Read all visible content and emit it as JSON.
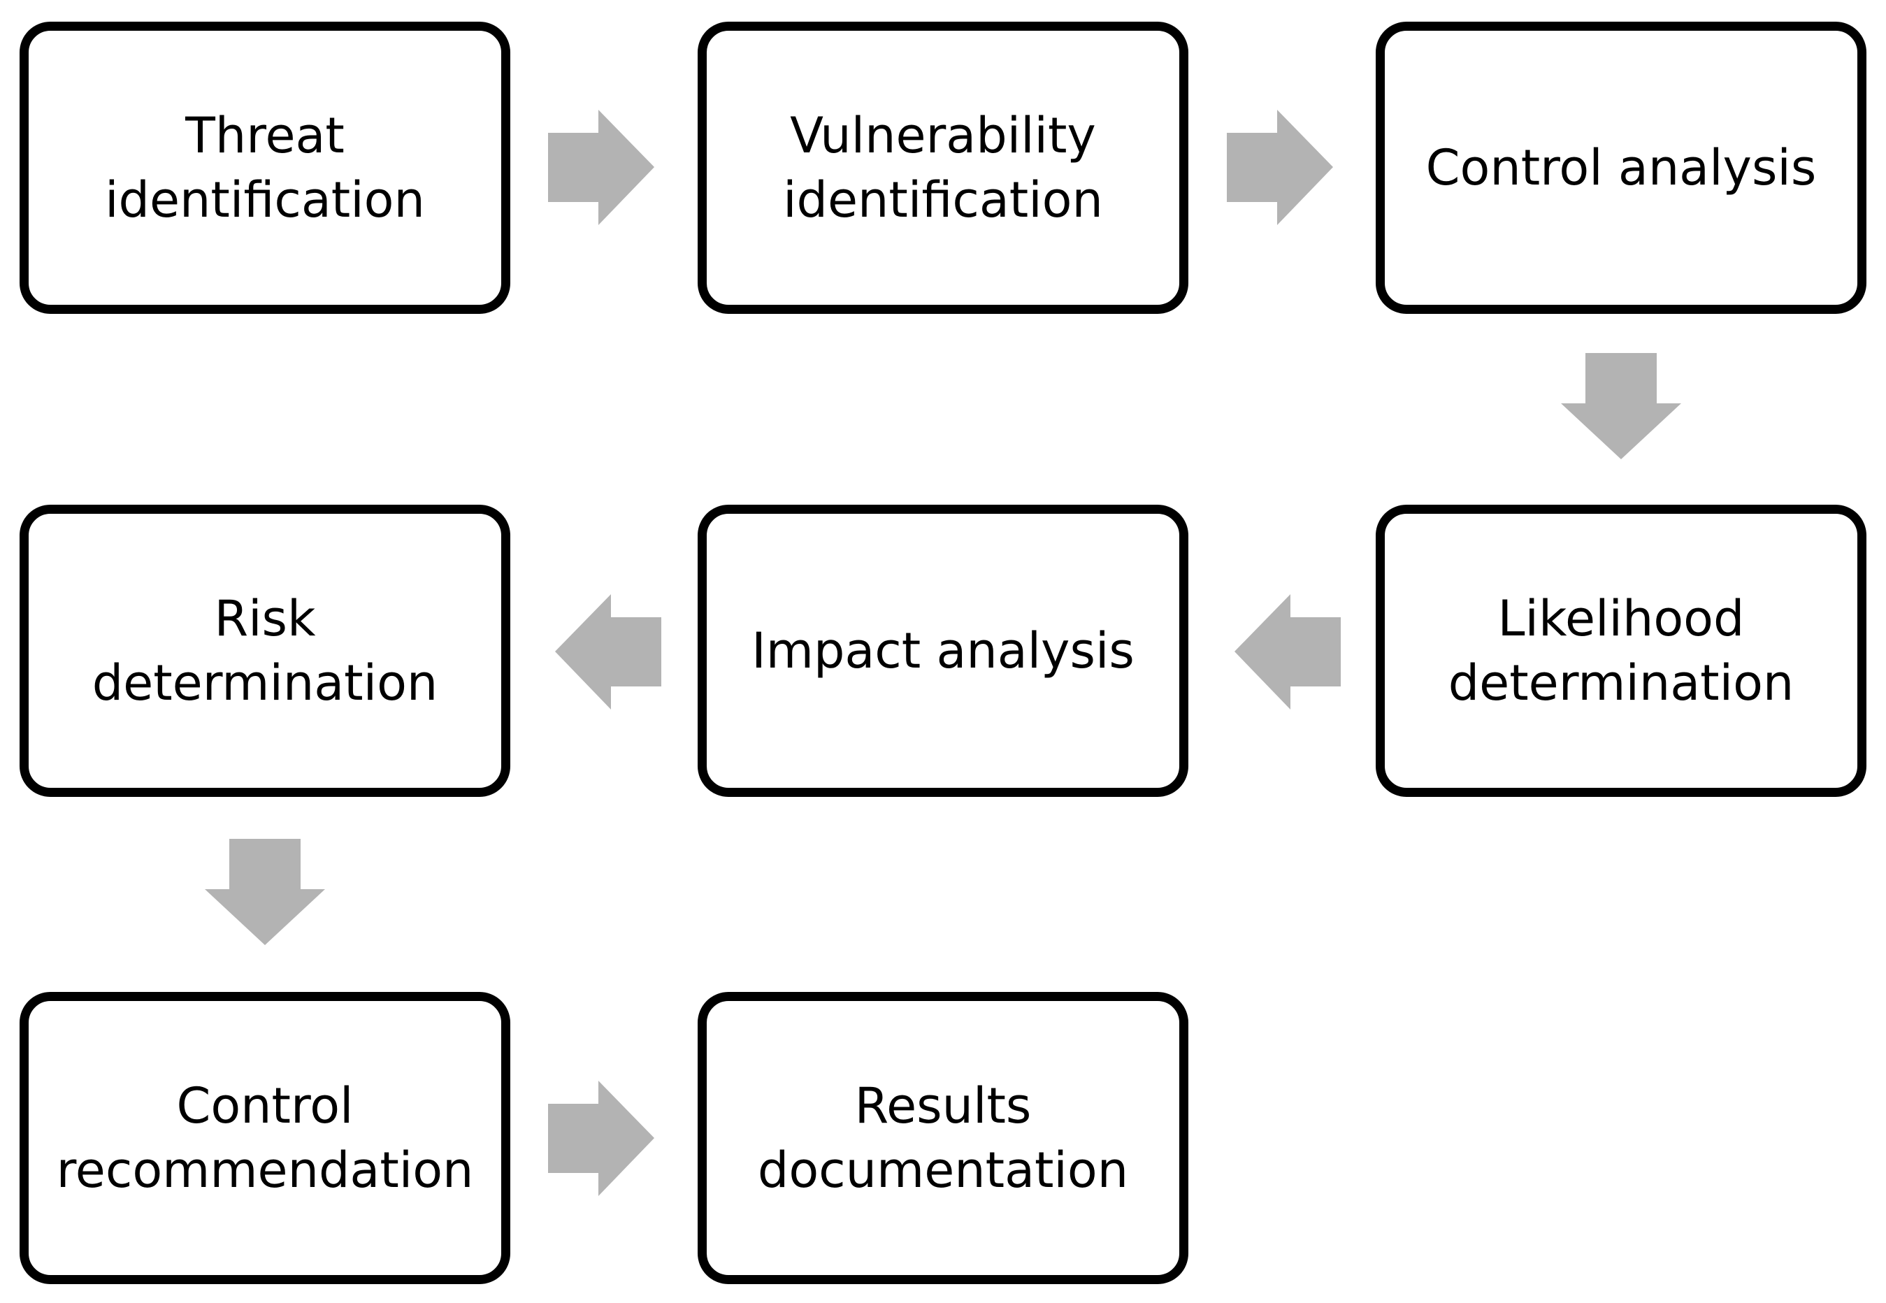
{
  "diagram": {
    "steps": [
      {
        "id": "threat",
        "label": "Threat\nidentification"
      },
      {
        "id": "vulnerability",
        "label": "Vulnerability\nidentification"
      },
      {
        "id": "control",
        "label": "Control analysis"
      },
      {
        "id": "likelihood",
        "label": "Likelihood\ndetermination"
      },
      {
        "id": "impact",
        "label": "Impact analysis"
      },
      {
        "id": "risk",
        "label": "Risk\ndetermination"
      },
      {
        "id": "recommendation",
        "label": "Control\nrecommendation"
      },
      {
        "id": "results",
        "label": "Results\ndocumentation"
      }
    ],
    "arrows": [
      {
        "from": "threat",
        "to": "vulnerability",
        "direction": "right"
      },
      {
        "from": "vulnerability",
        "to": "control",
        "direction": "right"
      },
      {
        "from": "control",
        "to": "likelihood",
        "direction": "down"
      },
      {
        "from": "likelihood",
        "to": "impact",
        "direction": "left"
      },
      {
        "from": "impact",
        "to": "risk",
        "direction": "left"
      },
      {
        "from": "risk",
        "to": "recommendation",
        "direction": "down"
      },
      {
        "from": "recommendation",
        "to": "results",
        "direction": "right"
      }
    ],
    "colors": {
      "box_border": "#000000",
      "box_fill": "#ffffff",
      "arrow_fill": "#b3b3b3",
      "text": "#000000"
    }
  }
}
